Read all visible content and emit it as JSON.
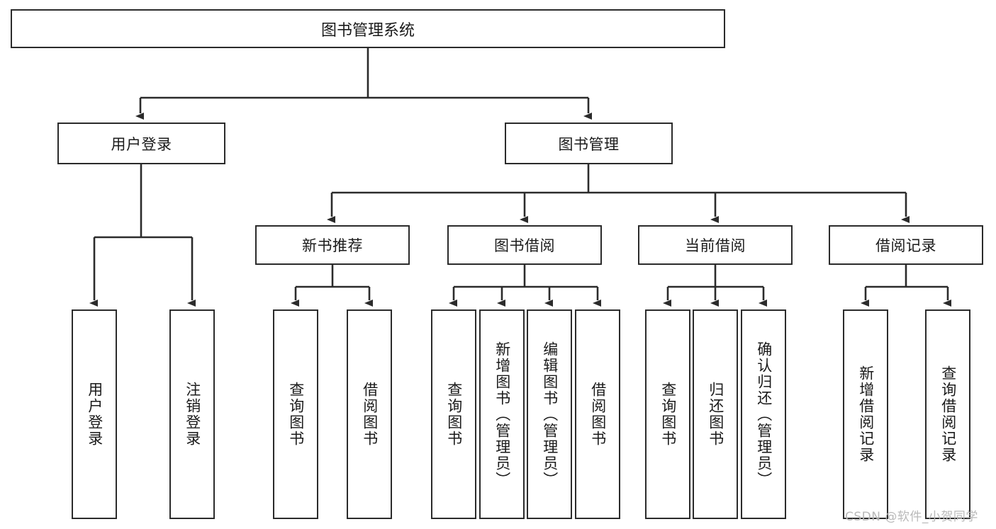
{
  "diagram": {
    "type": "tree-hierarchy-diagram",
    "title": "图书管理系统",
    "root": {
      "id": "root",
      "label": "图书管理系统"
    },
    "level1": [
      {
        "id": "user-login",
        "label": "用户登录"
      },
      {
        "id": "book-management",
        "label": "图书管理"
      }
    ],
    "level2": [
      {
        "id": "new-book-recommend",
        "label": "新书推荐",
        "parent": "book-management"
      },
      {
        "id": "book-borrow",
        "label": "图书借阅",
        "parent": "book-management"
      },
      {
        "id": "current-borrow",
        "label": "当前借阅",
        "parent": "book-management"
      },
      {
        "id": "borrow-record",
        "label": "借阅记录",
        "parent": "book-management"
      }
    ],
    "leaves": {
      "user-login": [
        {
          "id": "leaf-user-login",
          "label": "用户登录"
        },
        {
          "id": "leaf-user-logout",
          "label": "注销登录"
        }
      ],
      "new-book-recommend": [
        {
          "id": "leaf-query-book-1",
          "label": "查询图书"
        },
        {
          "id": "leaf-borrow-book-1",
          "label": "借阅图书"
        }
      ],
      "book-borrow": [
        {
          "id": "leaf-query-book-2",
          "label": "查询图书"
        },
        {
          "id": "leaf-add-book",
          "label": "新增图书（管理员）"
        },
        {
          "id": "leaf-edit-book",
          "label": "编辑图书（管理员）"
        },
        {
          "id": "leaf-borrow-book-2",
          "label": "借阅图书"
        }
      ],
      "current-borrow": [
        {
          "id": "leaf-query-book-3",
          "label": "查询图书"
        },
        {
          "id": "leaf-return-book",
          "label": "归还图书"
        },
        {
          "id": "leaf-confirm-return",
          "label": "确认归还（管理员）"
        }
      ],
      "borrow-record": [
        {
          "id": "leaf-add-record",
          "label": "新增借阅记录"
        },
        {
          "id": "leaf-query-record",
          "label": "查询借阅记录"
        }
      ]
    }
  },
  "watermark": {
    "text": "CSDN @软件_小贺同学"
  },
  "colors": {
    "line": "#2b2b2b",
    "box_border": "#2b2b2b",
    "box_fill": "#ffffff",
    "text": "#1a1a1a",
    "watermark": "#b9b9b9",
    "background": "#ffffff"
  }
}
